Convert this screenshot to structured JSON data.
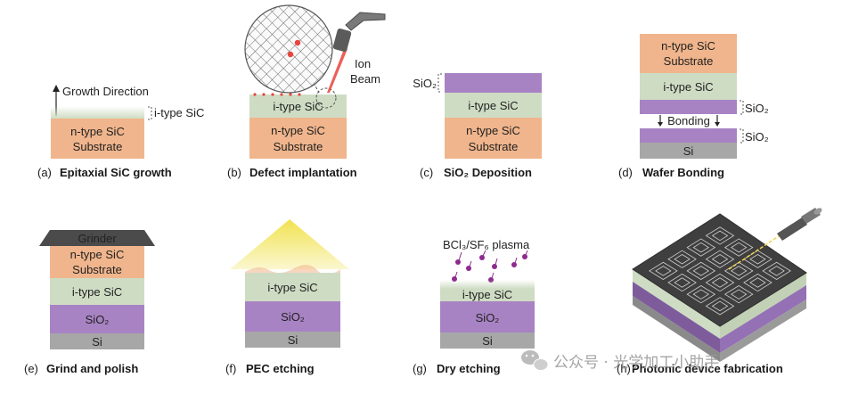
{
  "colors": {
    "substrate": "#f0b58c",
    "itype": "#cfdcc4",
    "sio2": "#a883c4",
    "si": "#a7a7a7",
    "grinder": "#4b4b4b",
    "beam": "#e8443c",
    "plasma": "#8e2a8e",
    "pec_light": "#f7e87a"
  },
  "labels": {
    "growth_direction": "Growth Direction",
    "itype_sic": "i-type SiC",
    "ntype_sic": "n-type SiC",
    "substrate": "Substrate",
    "ion": "Ion",
    "beam": "Beam",
    "sio2": "SiO₂",
    "si": "Si",
    "bonding": "Bonding",
    "grinder": "Grinder",
    "plasma": "BCl₃/SF₆ plasma"
  },
  "captions": [
    {
      "letter": "(a)",
      "text": "Epitaxial SiC growth"
    },
    {
      "letter": "(b)",
      "text": "Defect implantation"
    },
    {
      "letter": "(c)",
      "text": "SiO₂ Deposition"
    },
    {
      "letter": "(d)",
      "text": "Wafer Bonding"
    },
    {
      "letter": "(e)",
      "text": "Grind and polish"
    },
    {
      "letter": "(f)",
      "text": "PEC etching"
    },
    {
      "letter": "(g)",
      "text": "Dry etching"
    },
    {
      "letter": "(h)",
      "text": "Photonic device fabrication"
    }
  ],
  "watermark": "公众号 · 光学加工小助手"
}
